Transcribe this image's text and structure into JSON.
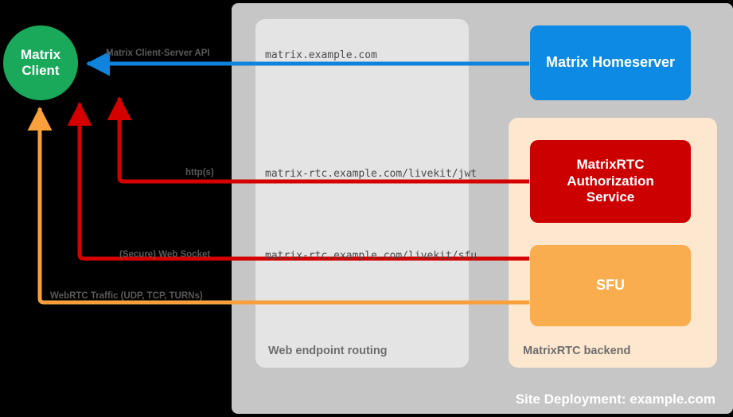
{
  "diagram": {
    "title": "Site Deployment: example.com",
    "outer_panel_label": "Site Deployment: example.com",
    "colors": {
      "background": "#000000",
      "site_deployment": "#c6c6c6",
      "web_routing": "#e4e4e4",
      "rtc_backend": "#fde7ce",
      "client": "#1aa95b",
      "homeserver": "#0d8ae4",
      "auth_service": "#cc0000",
      "sfu": "#f9ad4e",
      "arrow_blue": "#1084dc",
      "arrow_red": "#d40000",
      "arrow_orange": "#f9a03c",
      "label_gray": "#595959"
    }
  },
  "client": {
    "line1": "Matrix",
    "line2": "Client"
  },
  "groups": {
    "web_routing_label": "Web endpoint routing",
    "rtc_backend_label": "MatrixRTC backend"
  },
  "nodes": {
    "homeserver": "Matrix Homeserver",
    "auth_service_line1": "MatrixRTC",
    "auth_service_line2": "Authorization",
    "auth_service_line3": "Service",
    "sfu": "SFU"
  },
  "endpoints": {
    "matrix": "matrix.example.com",
    "jwt": "matrix-rtc.example.com/livekit/jwt",
    "sfu": "matrix-rtc.example.com/livekit/sfu"
  },
  "flows": {
    "client_server_api": "Matrix Client-Server API",
    "https": "http(s)",
    "websocket": "(Secure) Web Socket",
    "webrtc": "WebRTC Traffic (UDP, TCP, TURNs)"
  }
}
